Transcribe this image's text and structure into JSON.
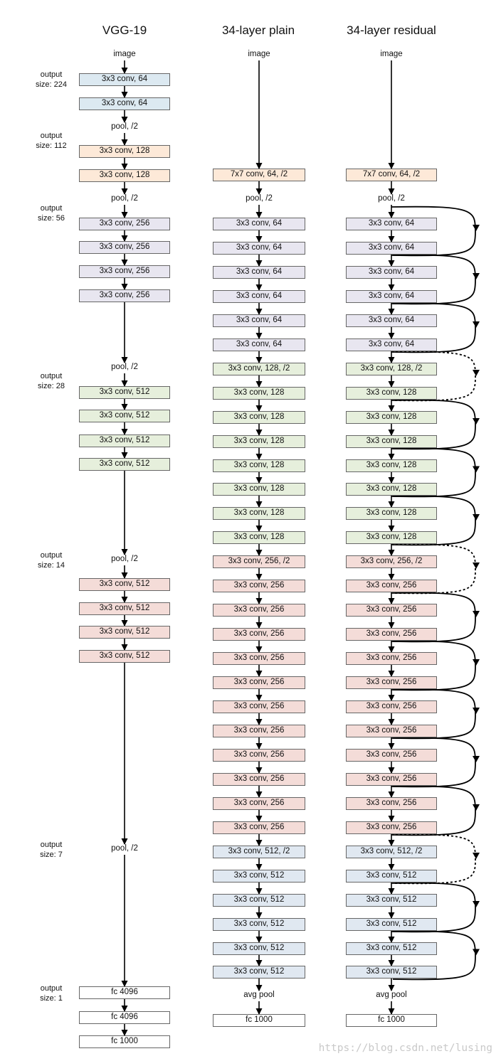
{
  "titles": {
    "vgg": "VGG-19",
    "plain": "34-layer plain",
    "residual": "34-layer residual"
  },
  "output_labels": [
    {
      "text": "output\nsize: 224"
    },
    {
      "text": "output\nsize: 112"
    },
    {
      "text": "output\nsize: 56"
    },
    {
      "text": "output\nsize: 28"
    },
    {
      "text": "output\nsize: 14"
    },
    {
      "text": "output\nsize: 7"
    },
    {
      "text": "output\nsize: 1"
    }
  ],
  "colors": {
    "blue": "#dce9f1",
    "peach": "#fde9d8",
    "lavender": "#e8e6f0",
    "green": "#e6efdc",
    "pink": "#f4dcd8",
    "lightblue": "#e0e8f1",
    "white": "#ffffff"
  },
  "vgg": [
    {
      "kind": "text",
      "label": "image"
    },
    {
      "kind": "box",
      "label": "3x3 conv, 64",
      "color": "blue"
    },
    {
      "kind": "box",
      "label": "3x3 conv, 64",
      "color": "blue"
    },
    {
      "kind": "text",
      "label": "pool, /2"
    },
    {
      "kind": "box",
      "label": "3x3 conv, 128",
      "color": "peach"
    },
    {
      "kind": "box",
      "label": "3x3 conv, 128",
      "color": "peach"
    },
    {
      "kind": "text",
      "label": "pool, /2"
    },
    {
      "kind": "box",
      "label": "3x3 conv, 256",
      "color": "lavender"
    },
    {
      "kind": "box",
      "label": "3x3 conv, 256",
      "color": "lavender"
    },
    {
      "kind": "box",
      "label": "3x3 conv, 256",
      "color": "lavender"
    },
    {
      "kind": "box",
      "label": "3x3 conv, 256",
      "color": "lavender"
    },
    {
      "kind": "text",
      "label": "pool, /2"
    },
    {
      "kind": "box",
      "label": "3x3 conv, 512",
      "color": "green"
    },
    {
      "kind": "box",
      "label": "3x3 conv, 512",
      "color": "green"
    },
    {
      "kind": "box",
      "label": "3x3 conv, 512",
      "color": "green"
    },
    {
      "kind": "box",
      "label": "3x3 conv, 512",
      "color": "green"
    },
    {
      "kind": "text",
      "label": "pool, /2"
    },
    {
      "kind": "box",
      "label": "3x3 conv, 512",
      "color": "pink"
    },
    {
      "kind": "box",
      "label": "3x3 conv, 512",
      "color": "pink"
    },
    {
      "kind": "box",
      "label": "3x3 conv, 512",
      "color": "pink"
    },
    {
      "kind": "box",
      "label": "3x3 conv, 512",
      "color": "pink"
    },
    {
      "kind": "text",
      "label": "pool, /2"
    },
    {
      "kind": "box",
      "label": "fc 4096",
      "color": "white"
    },
    {
      "kind": "box",
      "label": "fc 4096",
      "color": "white"
    },
    {
      "kind": "box",
      "label": "fc 1000",
      "color": "white"
    }
  ],
  "plain": [
    {
      "kind": "text",
      "label": "image"
    },
    {
      "kind": "box",
      "label": "7x7 conv, 64, /2",
      "color": "peach"
    },
    {
      "kind": "text",
      "label": "pool, /2"
    },
    {
      "kind": "box",
      "label": "3x3 conv, 64",
      "color": "lavender"
    },
    {
      "kind": "box",
      "label": "3x3 conv, 64",
      "color": "lavender"
    },
    {
      "kind": "box",
      "label": "3x3 conv, 64",
      "color": "lavender"
    },
    {
      "kind": "box",
      "label": "3x3 conv, 64",
      "color": "lavender"
    },
    {
      "kind": "box",
      "label": "3x3 conv, 64",
      "color": "lavender"
    },
    {
      "kind": "box",
      "label": "3x3 conv, 64",
      "color": "lavender"
    },
    {
      "kind": "box",
      "label": "3x3 conv, 128, /2",
      "color": "green"
    },
    {
      "kind": "box",
      "label": "3x3 conv, 128",
      "color": "green"
    },
    {
      "kind": "box",
      "label": "3x3 conv, 128",
      "color": "green"
    },
    {
      "kind": "box",
      "label": "3x3 conv, 128",
      "color": "green"
    },
    {
      "kind": "box",
      "label": "3x3 conv, 128",
      "color": "green"
    },
    {
      "kind": "box",
      "label": "3x3 conv, 128",
      "color": "green"
    },
    {
      "kind": "box",
      "label": "3x3 conv, 128",
      "color": "green"
    },
    {
      "kind": "box",
      "label": "3x3 conv, 128",
      "color": "green"
    },
    {
      "kind": "box",
      "label": "3x3 conv, 256, /2",
      "color": "pink"
    },
    {
      "kind": "box",
      "label": "3x3 conv, 256",
      "color": "pink"
    },
    {
      "kind": "box",
      "label": "3x3 conv, 256",
      "color": "pink"
    },
    {
      "kind": "box",
      "label": "3x3 conv, 256",
      "color": "pink"
    },
    {
      "kind": "box",
      "label": "3x3 conv, 256",
      "color": "pink"
    },
    {
      "kind": "box",
      "label": "3x3 conv, 256",
      "color": "pink"
    },
    {
      "kind": "box",
      "label": "3x3 conv, 256",
      "color": "pink"
    },
    {
      "kind": "box",
      "label": "3x3 conv, 256",
      "color": "pink"
    },
    {
      "kind": "box",
      "label": "3x3 conv, 256",
      "color": "pink"
    },
    {
      "kind": "box",
      "label": "3x3 conv, 256",
      "color": "pink"
    },
    {
      "kind": "box",
      "label": "3x3 conv, 256",
      "color": "pink"
    },
    {
      "kind": "box",
      "label": "3x3 conv, 256",
      "color": "pink"
    },
    {
      "kind": "box",
      "label": "3x3 conv, 512, /2",
      "color": "lightblue"
    },
    {
      "kind": "box",
      "label": "3x3 conv, 512",
      "color": "lightblue"
    },
    {
      "kind": "box",
      "label": "3x3 conv, 512",
      "color": "lightblue"
    },
    {
      "kind": "box",
      "label": "3x3 conv, 512",
      "color": "lightblue"
    },
    {
      "kind": "box",
      "label": "3x3 conv, 512",
      "color": "lightblue"
    },
    {
      "kind": "box",
      "label": "3x3 conv, 512",
      "color": "lightblue"
    },
    {
      "kind": "text",
      "label": "avg pool"
    },
    {
      "kind": "box",
      "label": "fc 1000",
      "color": "white"
    }
  ],
  "residual": [
    {
      "kind": "text",
      "label": "image"
    },
    {
      "kind": "box",
      "label": "7x7 conv, 64, /2",
      "color": "peach"
    },
    {
      "kind": "text",
      "label": "pool, /2"
    },
    {
      "kind": "box",
      "label": "3x3 conv, 64",
      "color": "lavender"
    },
    {
      "kind": "box",
      "label": "3x3 conv, 64",
      "color": "lavender"
    },
    {
      "kind": "box",
      "label": "3x3 conv, 64",
      "color": "lavender"
    },
    {
      "kind": "box",
      "label": "3x3 conv, 64",
      "color": "lavender"
    },
    {
      "kind": "box",
      "label": "3x3 conv, 64",
      "color": "lavender"
    },
    {
      "kind": "box",
      "label": "3x3 conv, 64",
      "color": "lavender"
    },
    {
      "kind": "box",
      "label": "3x3 conv, 128, /2",
      "color": "green"
    },
    {
      "kind": "box",
      "label": "3x3 conv, 128",
      "color": "green"
    },
    {
      "kind": "box",
      "label": "3x3 conv, 128",
      "color": "green"
    },
    {
      "kind": "box",
      "label": "3x3 conv, 128",
      "color": "green"
    },
    {
      "kind": "box",
      "label": "3x3 conv, 128",
      "color": "green"
    },
    {
      "kind": "box",
      "label": "3x3 conv, 128",
      "color": "green"
    },
    {
      "kind": "box",
      "label": "3x3 conv, 128",
      "color": "green"
    },
    {
      "kind": "box",
      "label": "3x3 conv, 128",
      "color": "green"
    },
    {
      "kind": "box",
      "label": "3x3 conv, 256, /2",
      "color": "pink"
    },
    {
      "kind": "box",
      "label": "3x3 conv, 256",
      "color": "pink"
    },
    {
      "kind": "box",
      "label": "3x3 conv, 256",
      "color": "pink"
    },
    {
      "kind": "box",
      "label": "3x3 conv, 256",
      "color": "pink"
    },
    {
      "kind": "box",
      "label": "3x3 conv, 256",
      "color": "pink"
    },
    {
      "kind": "box",
      "label": "3x3 conv, 256",
      "color": "pink"
    },
    {
      "kind": "box",
      "label": "3x3 conv, 256",
      "color": "pink"
    },
    {
      "kind": "box",
      "label": "3x3 conv, 256",
      "color": "pink"
    },
    {
      "kind": "box",
      "label": "3x3 conv, 256",
      "color": "pink"
    },
    {
      "kind": "box",
      "label": "3x3 conv, 256",
      "color": "pink"
    },
    {
      "kind": "box",
      "label": "3x3 conv, 256",
      "color": "pink"
    },
    {
      "kind": "box",
      "label": "3x3 conv, 256",
      "color": "pink"
    },
    {
      "kind": "box",
      "label": "3x3 conv, 512, /2",
      "color": "lightblue"
    },
    {
      "kind": "box",
      "label": "3x3 conv, 512",
      "color": "lightblue"
    },
    {
      "kind": "box",
      "label": "3x3 conv, 512",
      "color": "lightblue"
    },
    {
      "kind": "box",
      "label": "3x3 conv, 512",
      "color": "lightblue"
    },
    {
      "kind": "box",
      "label": "3x3 conv, 512",
      "color": "lightblue"
    },
    {
      "kind": "box",
      "label": "3x3 conv, 512",
      "color": "lightblue"
    },
    {
      "kind": "text",
      "label": "avg pool"
    },
    {
      "kind": "box",
      "label": "fc 1000",
      "color": "white"
    }
  ],
  "shortcuts": [
    {
      "style": "solid"
    },
    {
      "style": "solid"
    },
    {
      "style": "solid"
    },
    {
      "style": "dashed"
    },
    {
      "style": "solid"
    },
    {
      "style": "solid"
    },
    {
      "style": "solid"
    },
    {
      "style": "dashed"
    },
    {
      "style": "solid"
    },
    {
      "style": "solid"
    },
    {
      "style": "solid"
    },
    {
      "style": "solid"
    },
    {
      "style": "solid"
    },
    {
      "style": "dashed"
    },
    {
      "style": "solid"
    },
    {
      "style": "solid"
    }
  ],
  "watermark": "https://blog.csdn.net/lusing"
}
